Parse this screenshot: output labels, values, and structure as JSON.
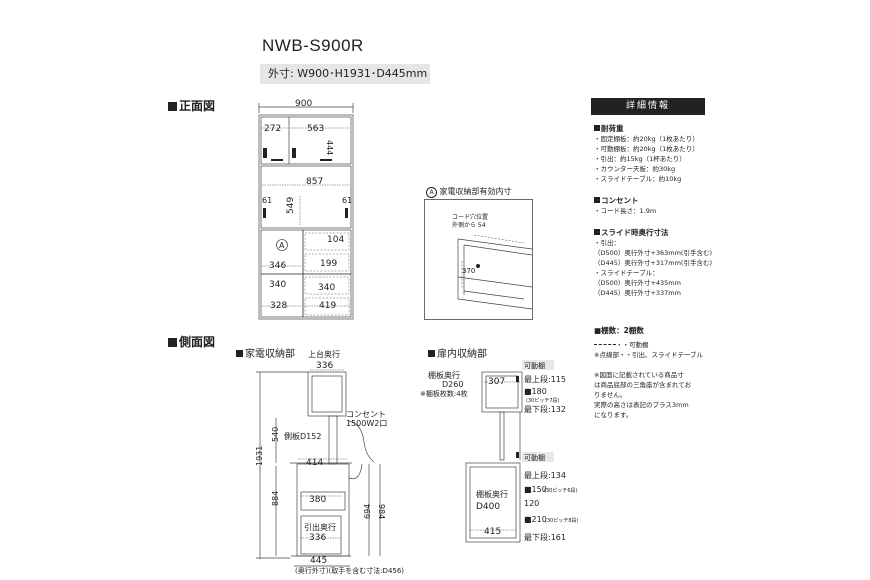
{
  "model": "NWB-S900R",
  "outer_dims": "外寸: W900･H1931･D445mm",
  "front_view": {
    "title": "正面図",
    "width": "900",
    "top_left": "272",
    "top_right": "563",
    "top_height": "444",
    "mid_width": "857",
    "mid_height": "549",
    "mid_left": "61",
    "mid_right": "61",
    "a_marker": "A",
    "d104": "104",
    "d346": "346",
    "d199": "199",
    "d340a": "340",
    "d340b": "340",
    "d328": "328",
    "d419": "419"
  },
  "appliance_view": {
    "title": "家電収納部有効内寸",
    "marker": "A",
    "note1": "コード穴位置",
    "note2": "外側から 54",
    "d370": "370"
  },
  "side_view": {
    "title": "側面図",
    "sub1": "家電収納部",
    "sub2": "扉内収納部",
    "top_depth_label": "上台奥行",
    "d336a": "336",
    "outlet1": "コンセント",
    "outlet2": "1500W2口",
    "side_panel": "側板D152",
    "d1931": "1931",
    "d540": "540",
    "d414": "414",
    "d884": "884",
    "d380": "380",
    "drawer_label": "引出奥行",
    "d336b": "336",
    "d694": "694",
    "d984": "984",
    "d445": "445",
    "footnote": "(奥行外寸)(取手を含む寸法:D456)",
    "movable1": "可動棚",
    "shelf_depth_label": "棚板奥行",
    "shelf_depth": "D260",
    "shelf_count": "※棚板枚数:4枚",
    "d307": "307",
    "top_stage1": "最上段:115",
    "m180": "■180",
    "pitch1": "(30ピッチ7段)",
    "bottom_stage1": "最下段:132",
    "movable2": "可動棚",
    "top_stage2": "最上段:134",
    "m150": "■150",
    "pitch2": "(30ピッチ6段)",
    "shelf_depth_label2": "棚板奥行",
    "shelf_depth2": "D400",
    "d120": "120",
    "d415": "415",
    "m210": "■210",
    "pitch3": "(30ピッチ8段)",
    "bottom_stage2": "最下段:161"
  },
  "details": {
    "header": "詳細情報",
    "load_title": "耐荷重",
    "load_items": [
      "・固定棚板：約20kg（1枚あたり）",
      "・可動棚板：約20kg（1枚あたり）",
      "・引出：約15kg（1杯あたり）",
      "・カウンター天板：約30kg",
      "・スライドテーブル：約10kg"
    ],
    "outlet_title": "コンセント",
    "outlet_items": [
      "・コード長さ：1.9m"
    ],
    "slide_title": "スライド時奥行寸法",
    "slide_items": [
      "・引出：",
      "（D500）奥行外寸+363mm(引手含む)",
      "（D445）奥行外寸+317mm(引手含む)",
      "・スライドテーブル：",
      "（D500）奥行外寸+435mm",
      "（D445）奥行外寸+337mm"
    ],
    "legend_title": "■棚数：2棚数",
    "legend1": "・・可動棚",
    "legend2": "※点線部・・引出、スライドテーブル",
    "notes": [
      "※図面に記載されている商品寸",
      "は商品底部の三角座が含まれてお",
      "りません。",
      "実際の高さは表記のプラス3mm",
      "になります。"
    ]
  }
}
